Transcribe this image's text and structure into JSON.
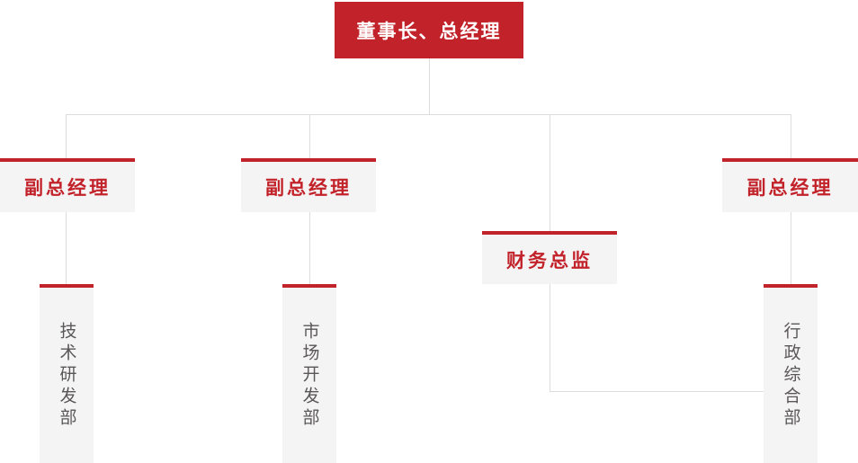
{
  "chart_data": {
    "type": "org-chart",
    "root": {
      "label": "董事长、总经理"
    },
    "managers": [
      {
        "label": "副总经理"
      },
      {
        "label": "副总经理"
      },
      {
        "label": "财务总监"
      },
      {
        "label": "副总经理"
      }
    ],
    "departments": [
      {
        "label": "技术研发部"
      },
      {
        "label": "市场开发部"
      },
      {
        "label": "行政综合部"
      }
    ],
    "edges": [
      "root -> manager-1",
      "root -> manager-2",
      "root -> manager-3-finance",
      "root -> manager-4",
      "manager-1 -> dept-tech",
      "manager-2 -> dept-market",
      "manager-3-finance -> dept-admin",
      "manager-4 -> dept-admin"
    ]
  },
  "nodes": {
    "root": {
      "label": "董事长、总经理"
    },
    "managers": [
      {
        "label": "副总经理"
      },
      {
        "label": "副总经理"
      },
      {
        "label": "财务总监"
      },
      {
        "label": "副总经理"
      }
    ],
    "departments": [
      {
        "label": "技术研发部"
      },
      {
        "label": "市场开发部"
      },
      {
        "label": "行政综合部"
      }
    ]
  },
  "colors": {
    "accent-red": "#c2232a",
    "box-bg": "#f5f4f5",
    "dept-text": "#595757",
    "line": "#dcdcdc",
    "root-text": "#ffffff"
  }
}
